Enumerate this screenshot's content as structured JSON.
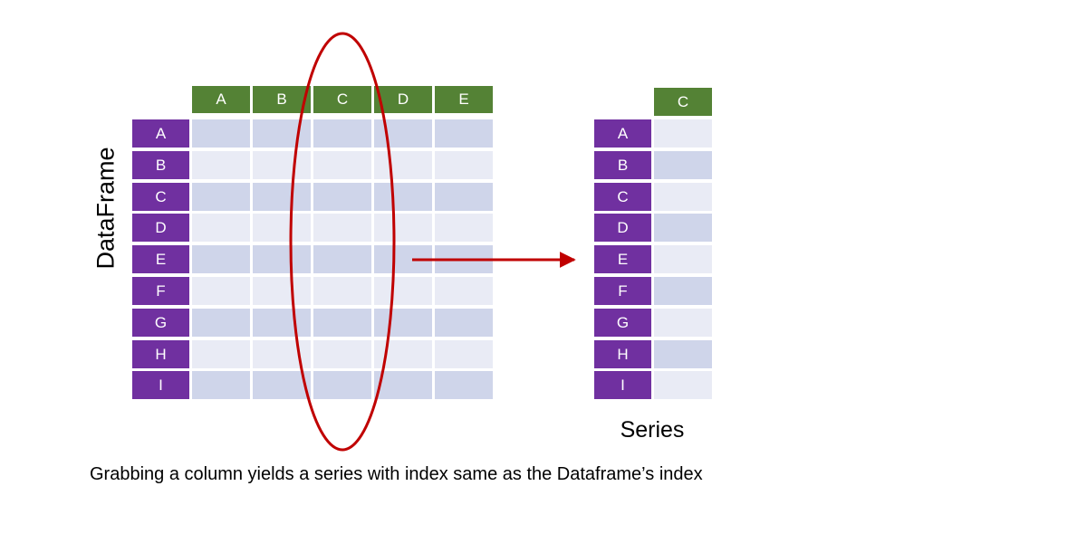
{
  "dataframe": {
    "label": "DataFrame",
    "columns": [
      "A",
      "B",
      "C",
      "D",
      "E"
    ],
    "index": [
      "A",
      "B",
      "C",
      "D",
      "E",
      "F",
      "G",
      "H",
      "I"
    ]
  },
  "series": {
    "label": "Series",
    "column": "C",
    "index": [
      "A",
      "B",
      "C",
      "D",
      "E",
      "F",
      "G",
      "H",
      "I"
    ]
  },
  "highlighted_column": "C",
  "caption": "Grabbing a column yields a series with index same as the Dataframe’s index",
  "colors": {
    "column_header": "#548235",
    "row_header": "#7030a0",
    "cell_dark": "#cfd5ea",
    "cell_light": "#e9ebf5",
    "highlight": "#c00000"
  }
}
